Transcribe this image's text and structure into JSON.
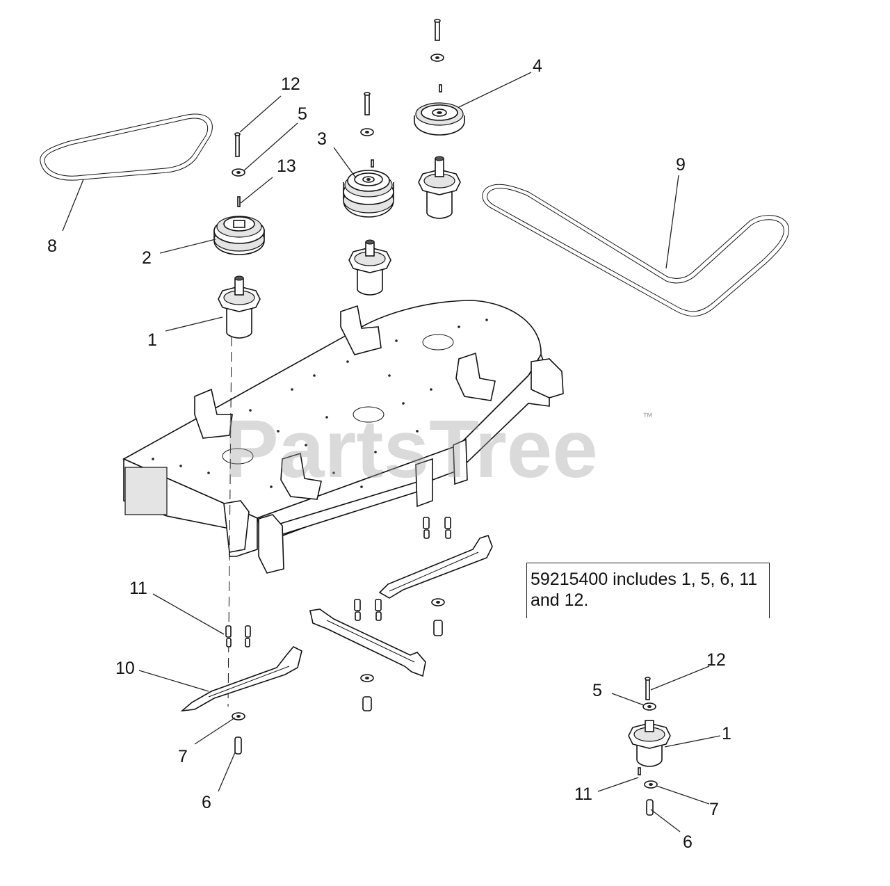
{
  "watermark": {
    "text": "PartsTree",
    "tm": "™"
  },
  "note": {
    "text": "59215400 includes 1, 5, 6, 11 and 12."
  },
  "callouts": [
    {
      "id": "c12a",
      "label": "12"
    },
    {
      "id": "c5a",
      "label": "5"
    },
    {
      "id": "c13",
      "label": "13"
    },
    {
      "id": "c8",
      "label": "8"
    },
    {
      "id": "c2",
      "label": "2"
    },
    {
      "id": "c1a",
      "label": "1"
    },
    {
      "id": "c3",
      "label": "3"
    },
    {
      "id": "c4",
      "label": "4"
    },
    {
      "id": "c9",
      "label": "9"
    },
    {
      "id": "c11a",
      "label": "11"
    },
    {
      "id": "c10",
      "label": "10"
    },
    {
      "id": "c7a",
      "label": "7"
    },
    {
      "id": "c6a",
      "label": "6"
    },
    {
      "id": "c12b",
      "label": "12"
    },
    {
      "id": "c5b",
      "label": "5"
    },
    {
      "id": "c1b",
      "label": "1"
    },
    {
      "id": "c11b",
      "label": "11"
    },
    {
      "id": "c7b",
      "label": "7"
    },
    {
      "id": "c6b",
      "label": "6"
    }
  ]
}
